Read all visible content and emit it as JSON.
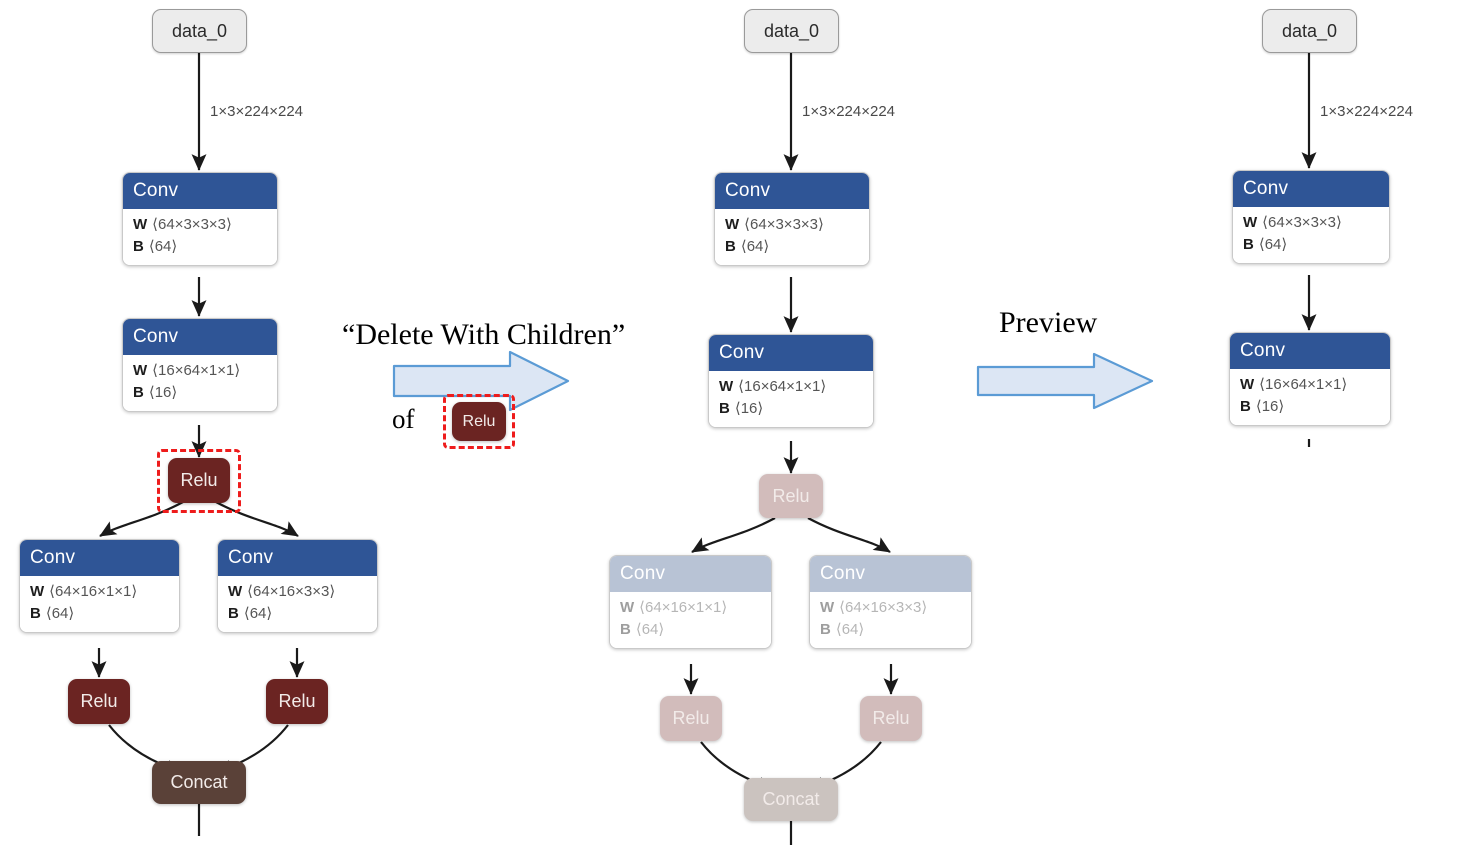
{
  "figure": {
    "kind": "onnx-graph-editing-illustration",
    "panels": [
      "before",
      "preview",
      "after"
    ]
  },
  "palette": {
    "conv_header": "#2f5596",
    "conv_header_dim": "#b8c3d5",
    "relu": "#6b2422",
    "relu_dim": "#d2bcbb",
    "concat": "#5a4138",
    "concat_dim": "#cbc3bf",
    "io_node": "#ececec",
    "selection": "#ee1c1c",
    "arrow_fill": "#dce6f4",
    "arrow_stroke": "#5b9bd5",
    "edge": "#1a1a1a"
  },
  "labels": {
    "conv": "Conv",
    "relu": "Relu",
    "concat": "Concat",
    "data": "data_0",
    "weight_key": "W",
    "bias_key": "B"
  },
  "annotations": {
    "action_quote": "“Delete With Children”",
    "action_of": "of",
    "action_target": "Relu",
    "preview": "Preview"
  },
  "graphs": [
    {
      "id": "before",
      "nodes": [
        {
          "id": "g1-data",
          "type": "io",
          "label": "data_0"
        },
        {
          "id": "g1-conv1",
          "type": "conv",
          "label": "Conv",
          "w": "⟨64×3×3×3⟩",
          "b": "⟨64⟩"
        },
        {
          "id": "g1-conv2",
          "type": "conv",
          "label": "Conv",
          "w": "⟨16×64×1×1⟩",
          "b": "⟨16⟩"
        },
        {
          "id": "g1-relu1",
          "type": "relu",
          "label": "Relu",
          "selected": true
        },
        {
          "id": "g1-conv3",
          "type": "conv",
          "label": "Conv",
          "w": "⟨64×16×1×1⟩",
          "b": "⟨64⟩"
        },
        {
          "id": "g1-conv4",
          "type": "conv",
          "label": "Conv",
          "w": "⟨64×16×3×3⟩",
          "b": "⟨64⟩"
        },
        {
          "id": "g1-relu2",
          "type": "relu",
          "label": "Relu"
        },
        {
          "id": "g1-relu3",
          "type": "relu",
          "label": "Relu"
        },
        {
          "id": "g1-concat",
          "type": "concat",
          "label": "Concat"
        }
      ],
      "edges": [
        {
          "from": "g1-data",
          "to": "g1-conv1",
          "label": "1×3×224×224"
        },
        {
          "from": "g1-conv1",
          "to": "g1-conv2",
          "label": ""
        },
        {
          "from": "g1-conv2",
          "to": "g1-relu1",
          "label": ""
        },
        {
          "from": "g1-relu1",
          "to": "g1-conv3",
          "label": ""
        },
        {
          "from": "g1-relu1",
          "to": "g1-conv4",
          "label": ""
        },
        {
          "from": "g1-conv3",
          "to": "g1-relu2",
          "label": ""
        },
        {
          "from": "g1-conv4",
          "to": "g1-relu3",
          "label": ""
        },
        {
          "from": "g1-relu2",
          "to": "g1-concat",
          "label": ""
        },
        {
          "from": "g1-relu3",
          "to": "g1-concat",
          "label": ""
        }
      ]
    },
    {
      "id": "preview",
      "nodes": [
        {
          "id": "g2-data",
          "type": "io",
          "label": "data_0"
        },
        {
          "id": "g2-conv1",
          "type": "conv",
          "label": "Conv",
          "w": "⟨64×3×3×3⟩",
          "b": "⟨64⟩"
        },
        {
          "id": "g2-conv2",
          "type": "conv",
          "label": "Conv",
          "w": "⟨16×64×1×1⟩",
          "b": "⟨16⟩"
        },
        {
          "id": "g2-relu1",
          "type": "relu",
          "label": "Relu",
          "dimmed": true
        },
        {
          "id": "g2-conv3",
          "type": "conv",
          "label": "Conv",
          "w": "⟨64×16×1×1⟩",
          "b": "⟨64⟩",
          "dimmed": true
        },
        {
          "id": "g2-conv4",
          "type": "conv",
          "label": "Conv",
          "w": "⟨64×16×3×3⟩",
          "b": "⟨64⟩",
          "dimmed": true
        },
        {
          "id": "g2-relu2",
          "type": "relu",
          "label": "Relu",
          "dimmed": true
        },
        {
          "id": "g2-relu3",
          "type": "relu",
          "label": "Relu",
          "dimmed": true
        },
        {
          "id": "g2-concat",
          "type": "concat",
          "label": "Concat",
          "dimmed": true
        }
      ],
      "edges": [
        {
          "from": "g2-data",
          "to": "g2-conv1",
          "label": "1×3×224×224"
        },
        {
          "from": "g2-conv1",
          "to": "g2-conv2",
          "label": ""
        },
        {
          "from": "g2-conv2",
          "to": "g2-relu1",
          "label": ""
        },
        {
          "from": "g2-relu1",
          "to": "g2-conv3",
          "label": ""
        },
        {
          "from": "g2-relu1",
          "to": "g2-conv4",
          "label": ""
        },
        {
          "from": "g2-conv3",
          "to": "g2-relu2",
          "label": ""
        },
        {
          "from": "g2-conv4",
          "to": "g2-relu3",
          "label": ""
        },
        {
          "from": "g2-relu2",
          "to": "g2-concat",
          "label": ""
        },
        {
          "from": "g2-relu3",
          "to": "g2-concat",
          "label": ""
        }
      ]
    },
    {
      "id": "after",
      "nodes": [
        {
          "id": "g3-data",
          "type": "io",
          "label": "data_0"
        },
        {
          "id": "g3-conv1",
          "type": "conv",
          "label": "Conv",
          "w": "⟨64×3×3×3⟩",
          "b": "⟨64⟩"
        },
        {
          "id": "g3-conv2",
          "type": "conv",
          "label": "Conv",
          "w": "⟨16×64×1×1⟩",
          "b": "⟨16⟩"
        }
      ],
      "edges": [
        {
          "from": "g3-data",
          "to": "g3-conv1",
          "label": "1×3×224×224"
        },
        {
          "from": "g3-conv1",
          "to": "g3-conv2",
          "label": ""
        }
      ]
    }
  ]
}
